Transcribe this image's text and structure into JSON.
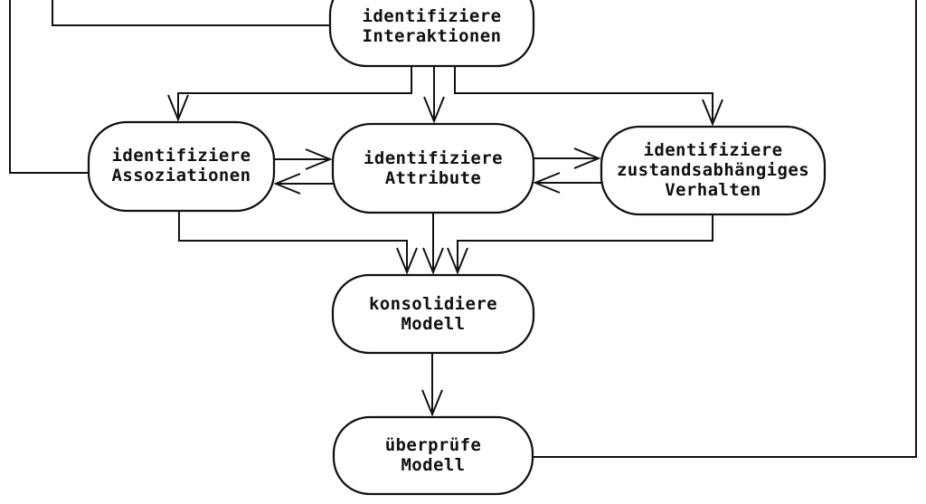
{
  "canvas": {
    "background": "#ffffff",
    "line_color": "#111111",
    "text_color": "#111111"
  },
  "nodes": {
    "interaktionen": {
      "label": "identifiziere\nInteraktionen"
    },
    "assoziationen": {
      "label": "identifiziere\nAssoziationen"
    },
    "attribute": {
      "label": "identifiziere\nAttribute"
    },
    "verhalten": {
      "label": "identifiziere\nzustandsabhängiges\nVerhalten"
    },
    "konsolidiere": {
      "label": "konsolidiere\nModell"
    },
    "ueberpruefe": {
      "label": "überprüfe\nModell"
    }
  },
  "icons": {
    "arrowhead": "open-v-arrowhead-icon"
  }
}
